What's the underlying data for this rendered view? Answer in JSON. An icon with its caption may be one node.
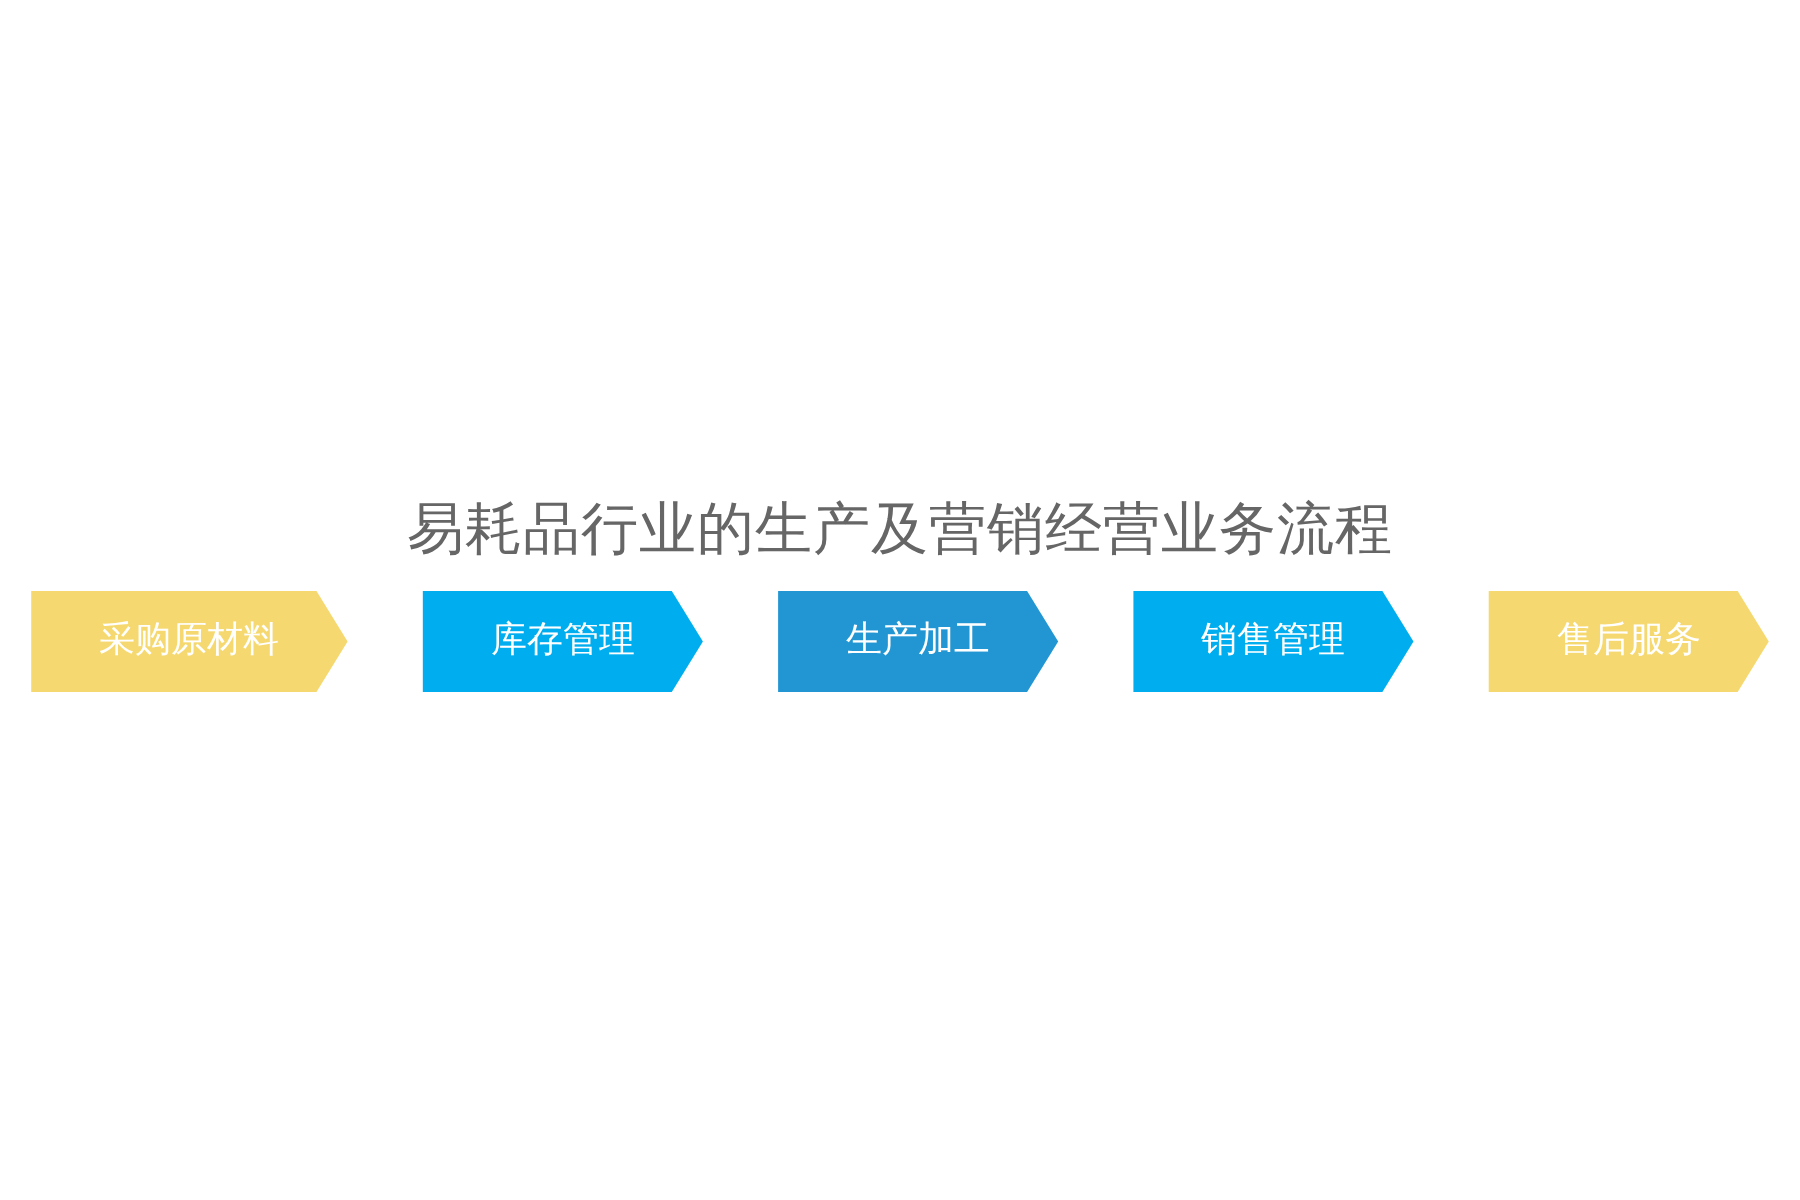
{
  "diagram": {
    "title": "易耗品行业的生产及营销经营业务流程",
    "nodes": [
      {
        "text": [
          "采购原材料"
        ]
      },
      {
        "text": [
          "库存管理"
        ]
      },
      {
        "text": [
          "生产加工"
        ]
      },
      {
        "text": [
          "销售管理"
        ]
      },
      {
        "text": [
          "售后服务"
        ]
      }
    ]
  }
}
